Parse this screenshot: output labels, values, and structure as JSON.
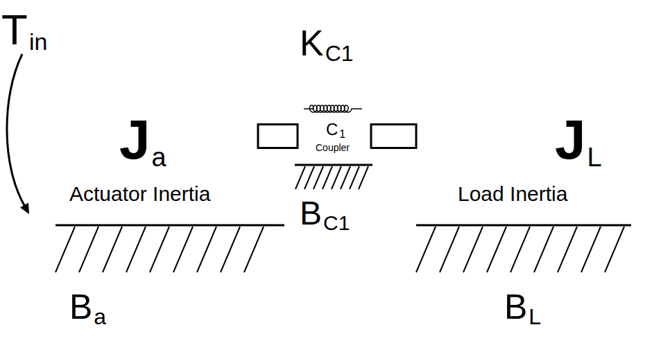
{
  "diagram": {
    "nodes": [
      {
        "text": [
          "J",
          "a",
          "Actuator Inertia"
        ]
      },
      {
        "text": [
          "C",
          "1",
          "Coupler"
        ]
      },
      {
        "text": [
          "J",
          "L",
          "Load Inertia"
        ]
      }
    ],
    "edges": [
      {
        "from": 0,
        "to": 1,
        "arrow": "none"
      },
      {
        "from": 1,
        "to": 2,
        "arrow": "none"
      }
    ],
    "labels": [
      "T",
      "in",
      "K",
      "C1",
      "B",
      "C1",
      "B",
      "a",
      "B",
      "L"
    ]
  }
}
